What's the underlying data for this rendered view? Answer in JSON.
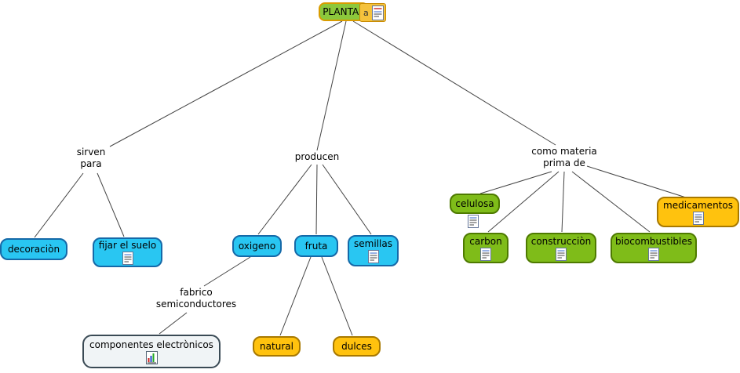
{
  "root": {
    "label": "PLANTAS",
    "icon_text": "a"
  },
  "connectors": {
    "sirven_para": "sirven\npara",
    "producen": "producen",
    "como_materia_prima": "como materia\nprima de",
    "fabrico_semiconductores": "fabrico\nsemiconductores"
  },
  "nodes": {
    "decoracion": {
      "label": "decoraciòn"
    },
    "fijar_el_suelo": {
      "label": "fijar el suelo"
    },
    "oxigeno": {
      "label": "oxigeno"
    },
    "fruta": {
      "label": "fruta"
    },
    "semillas": {
      "label": "semillas"
    },
    "celulosa": {
      "label": "celulosa"
    },
    "carbon": {
      "label": "carbon"
    },
    "construccion": {
      "label": "construcciòn"
    },
    "biocombustibles": {
      "label": "biocombustibles"
    },
    "medicamentos": {
      "label": "medicamentos"
    },
    "natural": {
      "label": "natural"
    },
    "dulces": {
      "label": "dulces"
    },
    "componentes_electronicos": {
      "label": "componentes electrònicos"
    }
  },
  "edges": [
    {
      "from": "PLANTAS",
      "via": "sirven para",
      "to": "decoraciòn"
    },
    {
      "from": "PLANTAS",
      "via": "sirven para",
      "to": "fijar el suelo"
    },
    {
      "from": "PLANTAS",
      "via": "producen",
      "to": "oxigeno"
    },
    {
      "from": "PLANTAS",
      "via": "producen",
      "to": "fruta"
    },
    {
      "from": "PLANTAS",
      "via": "producen",
      "to": "semillas"
    },
    {
      "from": "PLANTAS",
      "via": "como materia prima de",
      "to": "celulosa"
    },
    {
      "from": "PLANTAS",
      "via": "como materia prima de",
      "to": "carbon"
    },
    {
      "from": "PLANTAS",
      "via": "como materia prima de",
      "to": "construcciòn"
    },
    {
      "from": "PLANTAS",
      "via": "como materia prima de",
      "to": "biocombustibles"
    },
    {
      "from": "PLANTAS",
      "via": "como materia prima de",
      "to": "medicamentos"
    },
    {
      "from": "oxigeno",
      "via": "fabrico semiconductores",
      "to": "componentes electrònicos"
    },
    {
      "from": "fruta",
      "via": "",
      "to": "natural"
    },
    {
      "from": "fruta",
      "via": "",
      "to": "dulces"
    }
  ],
  "colors": {
    "cyan_node": "#29C6F2",
    "green_node": "#7FBC19",
    "orange_node": "#FFC20E",
    "root_node": "#8CC83C",
    "plain_node": "#F0F4F6",
    "line": "#444444"
  }
}
